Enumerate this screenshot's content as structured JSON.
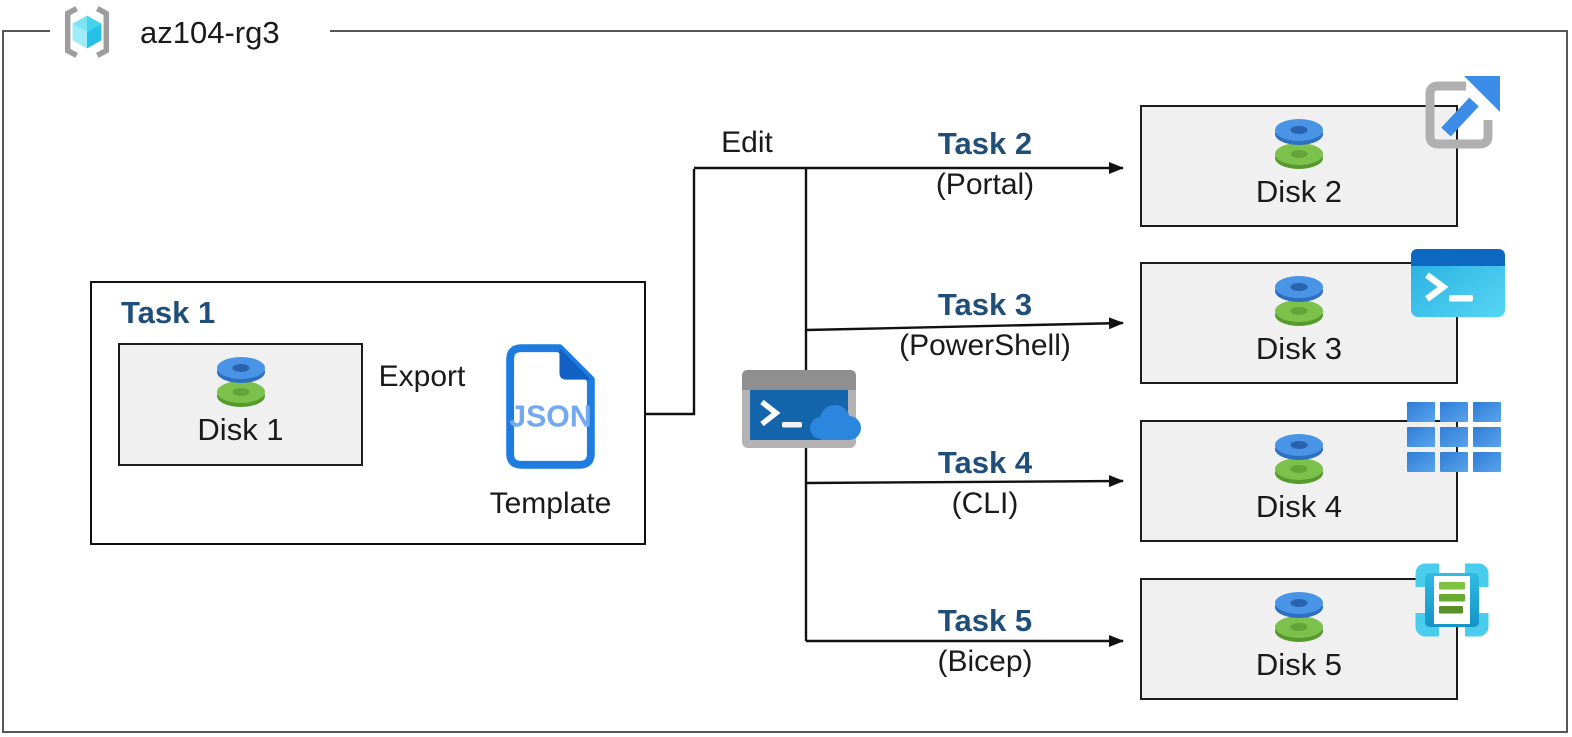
{
  "group": {
    "label": "az104-rg3"
  },
  "task1": {
    "title": "Task 1",
    "disk_label": "Disk 1",
    "export_label": "Export",
    "json_doc_text": "JSON",
    "template_label": "Template"
  },
  "edit_label": "Edit",
  "branches": [
    {
      "task": "Task 2",
      "method": "(Portal)",
      "disk": "Disk 2",
      "tool_icon": "azure-portal-icon"
    },
    {
      "task": "Task 3",
      "method": "(PowerShell)",
      "disk": "Disk 3",
      "tool_icon": "powershell-icon"
    },
    {
      "task": "Task 4",
      "method": "(CLI)",
      "disk": "Disk 4",
      "tool_icon": "cli-grid-icon"
    },
    {
      "task": "Task 5",
      "method": "(Bicep)",
      "disk": "Disk 5",
      "tool_icon": "bicep-template-icon"
    }
  ],
  "icons": {
    "resource_group": "resource-group-icon",
    "disk": "managed-disk-icon",
    "json_document": "json-template-icon",
    "cloud_shell": "cloud-shell-icon"
  },
  "colors": {
    "task_label_blue": "#1f4e79",
    "box_fill_gray": "#f0f0f0",
    "outer_border_gray": "#575757",
    "disk_blue": "#4a94e6",
    "disk_green": "#7cc14c",
    "azure_blue": "#2b86de",
    "cyan": "#2cb9e2"
  }
}
